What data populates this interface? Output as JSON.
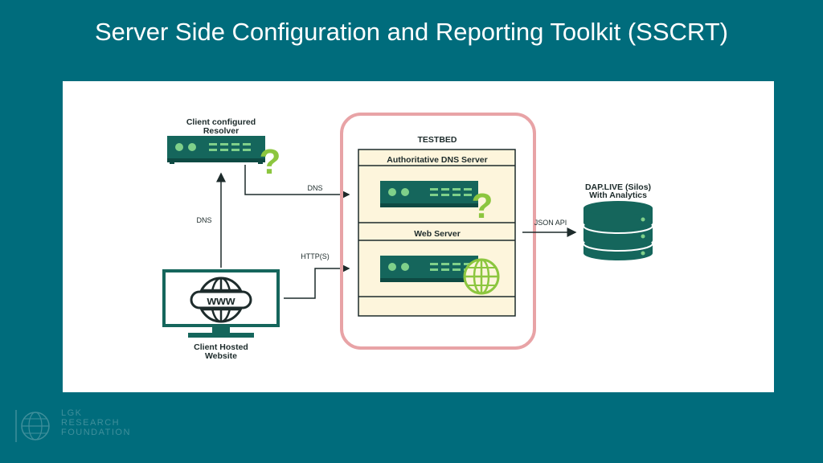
{
  "slide": {
    "title": "Server Side Configuration and Reporting Toolkit (SSCRT)"
  },
  "diagram": {
    "resolver_label_line1": "Client configured",
    "resolver_label_line2": "Resolver",
    "testbed_label": "TESTBED",
    "auth_dns_label": "Authoritative DNS Server",
    "web_server_label": "Web Server",
    "dns_edge_label_top": "DNS",
    "dns_edge_label_left": "DNS",
    "http_edge_label": "HTTP(S)",
    "json_api_label": "JSON API",
    "dap_label_line1": "DAP.LIVE (Silos)",
    "dap_label_line2": "With Analytics",
    "website_label_line1": "Client Hosted",
    "website_label_line2": "Website",
    "www_text": "www",
    "question_mark": "?",
    "colors": {
      "server": "#15665c",
      "server_dark": "#0e4a43",
      "server_lights": "#7fd08a",
      "question": "#8cc63f",
      "testbed_outline": "#e8a3a6",
      "box_fill": "#fdf5dc",
      "arrow": "#1d2b2b"
    }
  },
  "footer": {
    "logo_line1": "LGK",
    "logo_line2": "RESEARCH",
    "logo_line3": "FOUNDATION"
  }
}
